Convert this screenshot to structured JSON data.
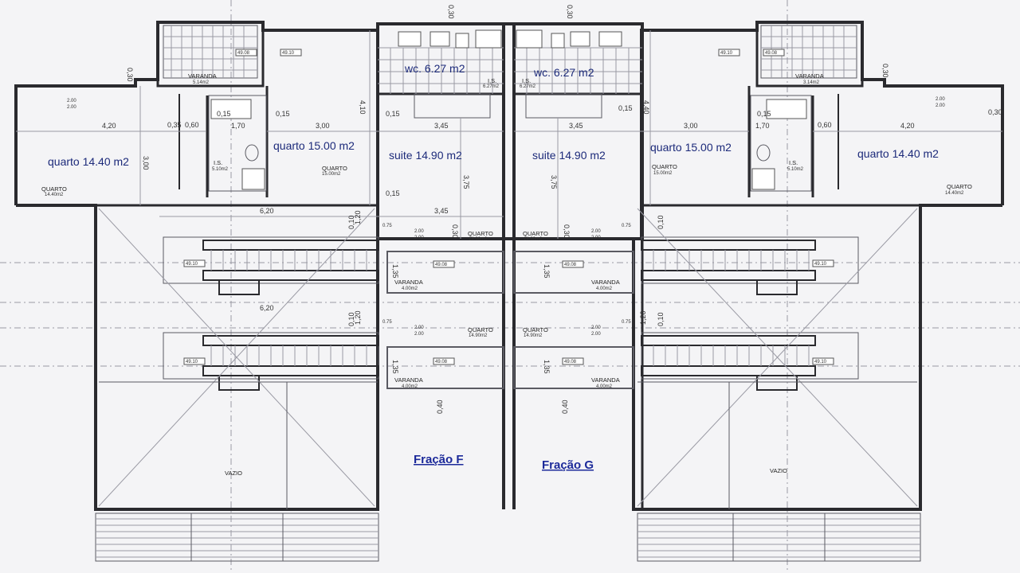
{
  "fractions": {
    "left": "Fração F",
    "right": "Fração G"
  },
  "rooms": {
    "wc_left": "wc. 6.27 m2",
    "wc_right": "wc. 6.27 m2",
    "suite_left": "suite 14.90 m2",
    "suite_right": "suite 14.90 m2",
    "quarto15_left": "quarto 15.00 m2",
    "quarto15_right": "quarto 15.00 m2",
    "quarto14_left": "quarto 14.40 m2",
    "quarto14_right": "quarto 14.40 m2"
  },
  "small_labels": {
    "varanda": "VARANDA",
    "varanda_area_top": "5.14m2",
    "varanda_area_top_r": "3.14m2",
    "varanda_area": "4.00m2",
    "quarto": "QUARTO",
    "quarto_area_a": "14.40m2",
    "quarto_area_b": "15.00m2",
    "quarto_area_c": "14.90m2",
    "is": "I.S.",
    "is_area_a": "5.10m2",
    "is_area_b": "6.27m2",
    "vazio": "VAZIO",
    "level_a": "49.08",
    "level_b": "49.10"
  },
  "dims": {
    "d420": "4,20",
    "d300": "3,00",
    "d345": "3,45",
    "d620": "6,20",
    "d440": "4,40",
    "d410": "4,10",
    "d375": "3,75",
    "d030": "0,30",
    "d015": "0,15",
    "d060": "0,60",
    "d170": "1,70",
    "d040": "0,40",
    "d135": "1,35",
    "d120": "1,20",
    "d010": "0,10",
    "d200": "2.00",
    "d075": "0.75",
    "d035": "0,35"
  }
}
